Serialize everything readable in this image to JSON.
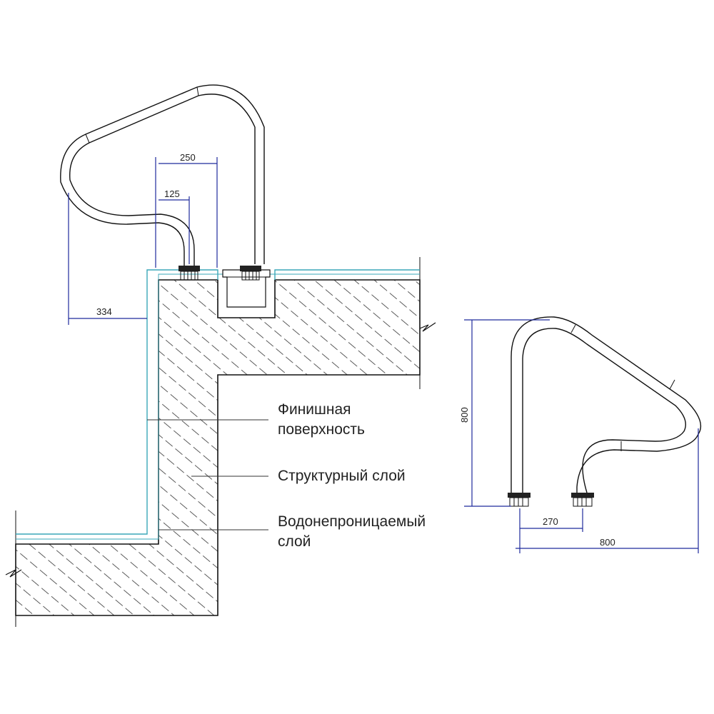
{
  "dimensions": {
    "d250": "250",
    "d125": "125",
    "d334": "334",
    "d800_height": "800",
    "d270": "270",
    "d800_width": "800"
  },
  "labels": {
    "finish_line1": "Финишная",
    "finish_line2": "поверхность",
    "structural": "Структурный слой",
    "waterproof_line1": "Водонепроницаемый",
    "waterproof_line2": "слой"
  },
  "colors": {
    "dimension_line": "#1f2a9c",
    "finish_surface": "#3aa7b8",
    "outline": "#111111",
    "hatch": "#333333"
  }
}
